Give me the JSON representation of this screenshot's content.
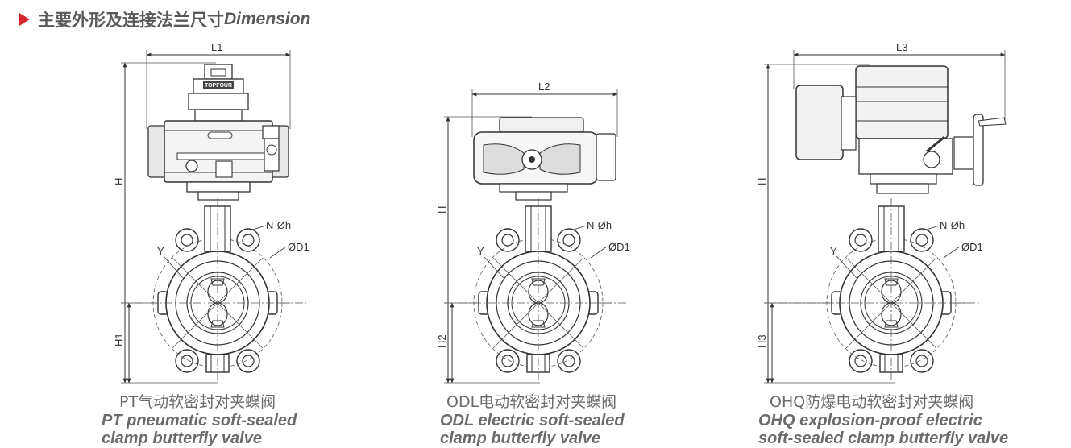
{
  "header": {
    "title_cn": "主要外形及连接法兰尺寸",
    "title_en": "Dimension"
  },
  "figures": [
    {
      "width_label": "L1",
      "height_label": "H",
      "lower_label": "H1",
      "bolt_label": "N-Øh",
      "diameter_label": "ØD1",
      "axis_label": "Y",
      "brand": "TOPFOUR",
      "caption_cn": "PT气动软密封对夹蝶阀",
      "caption_en_line1": "PT pneumatic soft-sealed",
      "caption_en_line2": "clamp butterfly valve"
    },
    {
      "width_label": "L2",
      "height_label": "H",
      "lower_label": "H2",
      "bolt_label": "N-Øh",
      "diameter_label": "ØD1",
      "axis_label": "Y",
      "caption_cn": "ODL电动软密封对夹蝶阀",
      "caption_en_line1": "ODL electric soft-sealed",
      "caption_en_line2": "clamp butterfly valve"
    },
    {
      "width_label": "L3",
      "height_label": "H",
      "lower_label": "H3",
      "bolt_label": "N-Øh",
      "diameter_label": "ØD1",
      "axis_label": "Y",
      "caption_cn": "OHQ防爆电动软密封对夹蝶阀",
      "caption_en_line1": "OHQ explosion-proof electric",
      "caption_en_line2": "soft-sealed clamp butterfly valve"
    }
  ]
}
